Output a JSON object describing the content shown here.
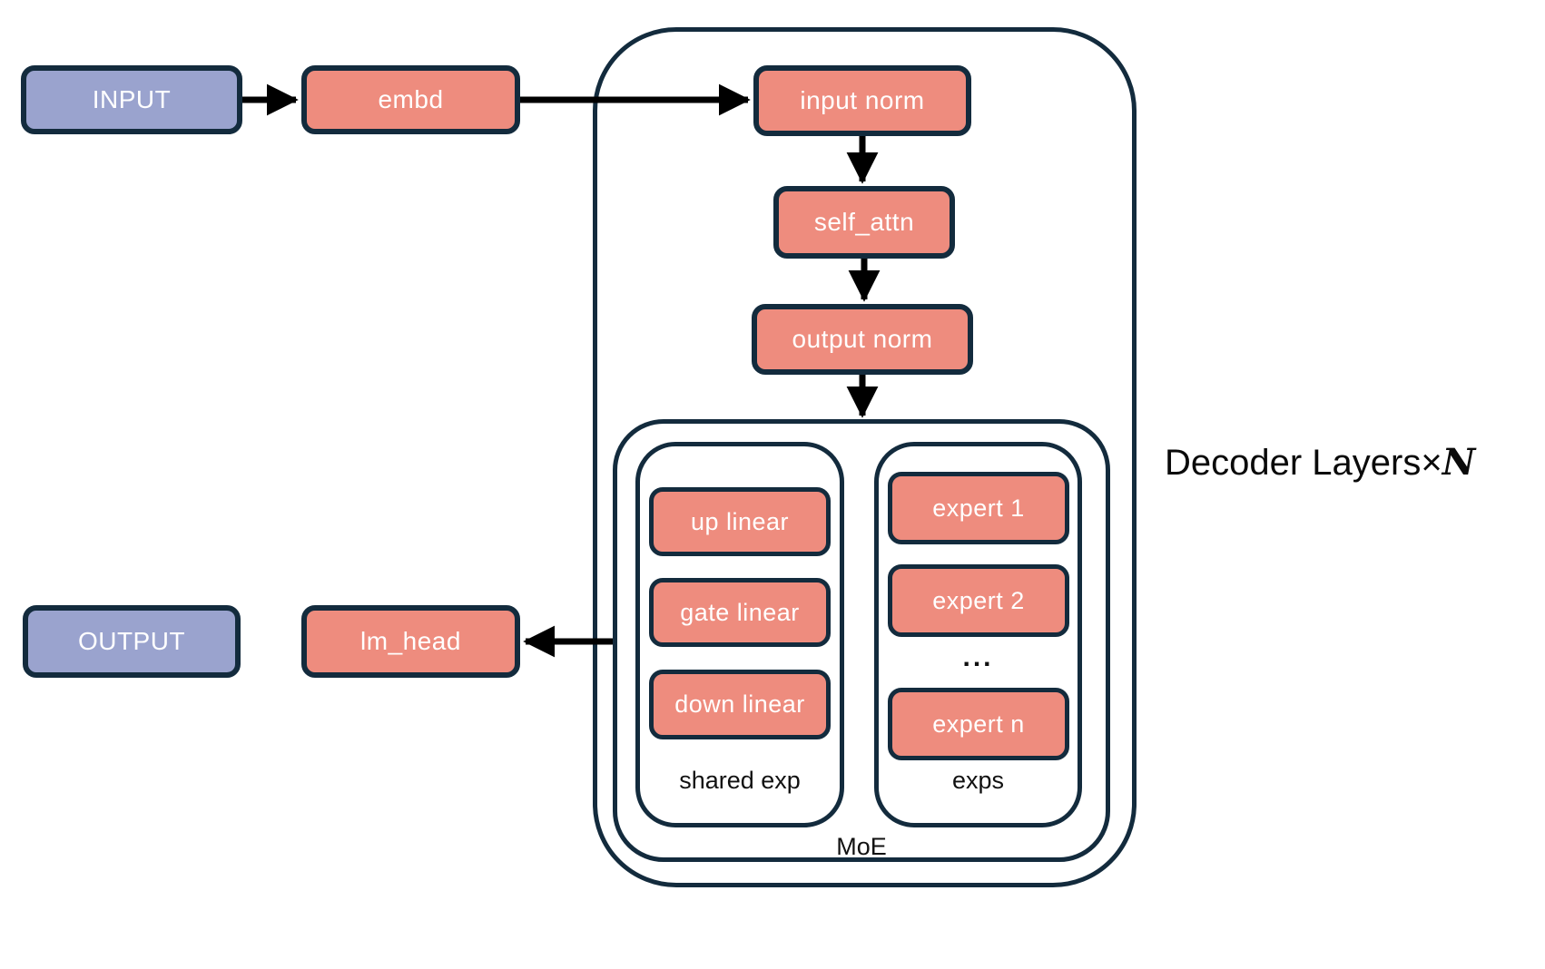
{
  "colors": {
    "ink": "#132b3d",
    "salmon": "#ee8c7e",
    "purple": "#9aa3ce",
    "arrow": "#000000"
  },
  "nodes": {
    "input": "INPUT",
    "embd": "embd",
    "output": "OUTPUT",
    "lm_head": "lm_head",
    "input_norm": "input norm",
    "self_attn": "self_attn",
    "output_norm": "output norm"
  },
  "decoder": {
    "label_prefix": "Decoder Layers×",
    "label_n": "N"
  },
  "moe": {
    "label": "MoE",
    "shared": {
      "label": "shared exp",
      "items": [
        "up linear",
        "gate linear",
        "down linear"
      ]
    },
    "exps": {
      "label": "exps",
      "ellipsis": "...",
      "items": [
        "expert 1",
        "expert 2",
        "expert n"
      ]
    }
  }
}
